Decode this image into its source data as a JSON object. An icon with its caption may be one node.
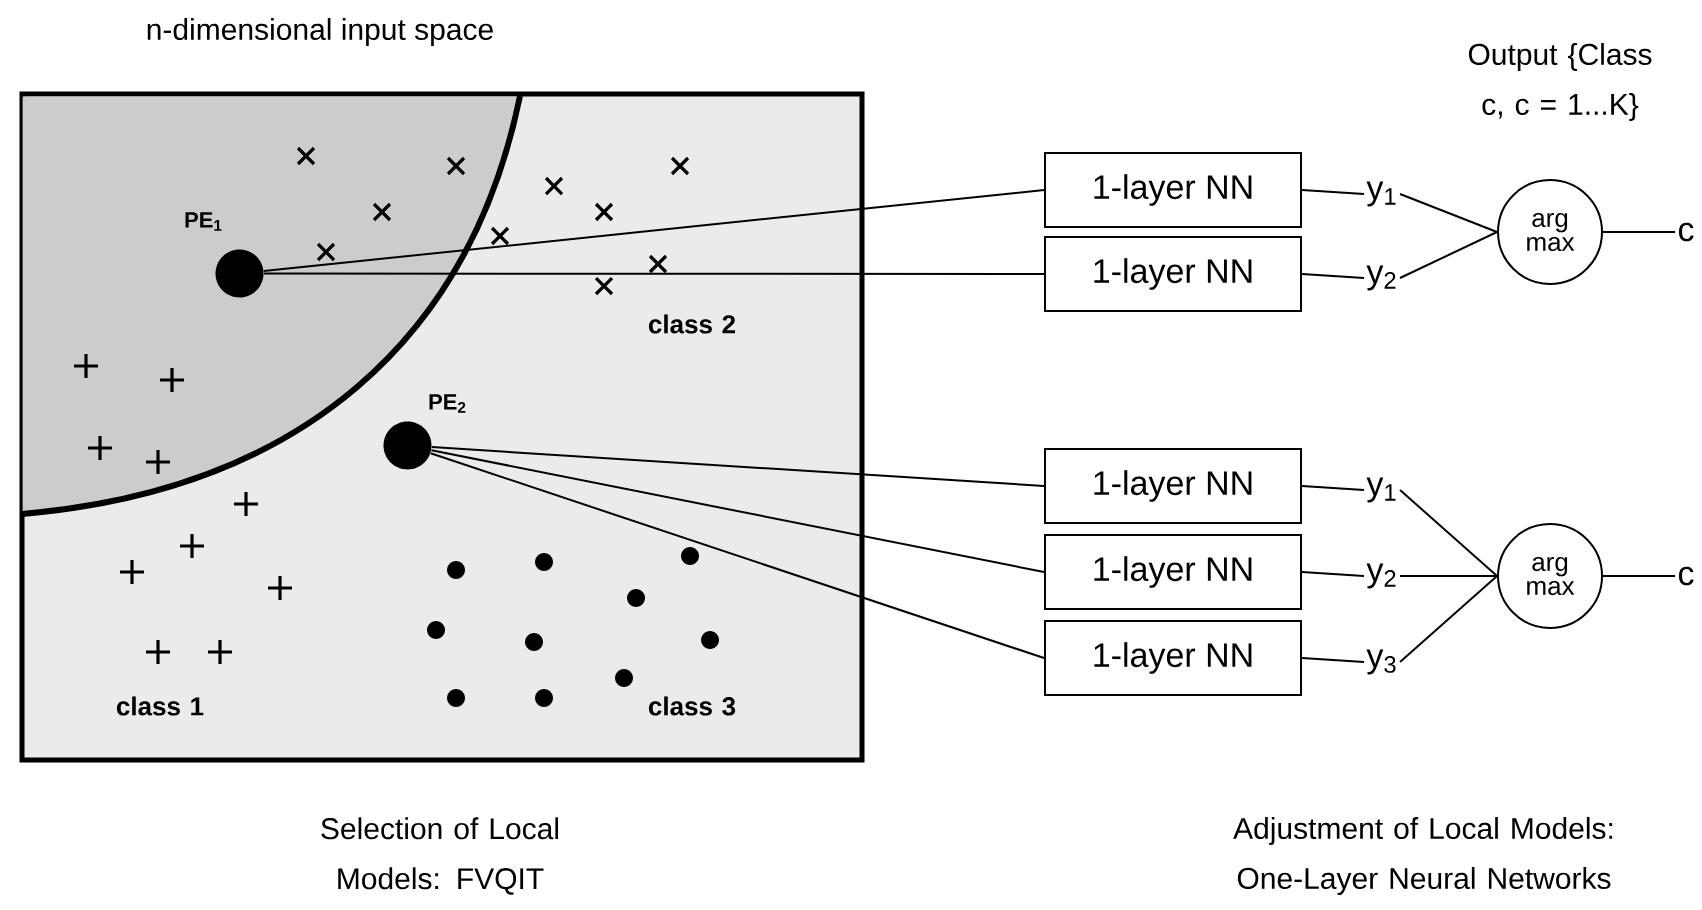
{
  "diagram": {
    "nodes": [
      {
        "text": [
          "n-dimensional input space"
        ]
      },
      {
        "text": [
          "PE$_{1}$"
        ],
        "in": 0
      },
      {
        "text": [
          "PE$_{2}$"
        ],
        "in": 0
      },
      {
        "text": [
          "1-layer NN"
        ]
      },
      {
        "text": [
          "1-layer NN"
        ]
      },
      {
        "text": [
          "y$_{1}$"
        ]
      },
      {
        "text": [
          "y$_{2}$"
        ]
      },
      {
        "text": [
          "arg max"
        ]
      },
      {
        "text": [
          "c"
        ]
      },
      {
        "text": [
          "1-layer NN"
        ]
      },
      {
        "text": [
          "1-layer NN"
        ]
      },
      {
        "text": [
          "1-layer NN"
        ]
      },
      {
        "text": [
          "y$_{1}$"
        ]
      },
      {
        "text": [
          "y$_{2}$"
        ]
      },
      {
        "text": [
          "y$_{3}$"
        ]
      },
      {
        "text": [
          "arg max"
        ]
      },
      {
        "text": [
          "c"
        ]
      }
    ],
    "edges": [
      {
        "from": 1,
        "to": 3,
        "arrow": "none"
      },
      {
        "from": 1,
        "to": 4,
        "arrow": "none"
      },
      {
        "from": 3,
        "to": 5,
        "arrow": "none"
      },
      {
        "from": 4,
        "to": 6,
        "arrow": "none"
      },
      {
        "from": 5,
        "to": 7,
        "arrow": "none"
      },
      {
        "from": 6,
        "to": 7,
        "arrow": "none"
      },
      {
        "from": 7,
        "to": 8,
        "arrow": "none"
      },
      {
        "from": 2,
        "to": 9,
        "arrow": "none"
      },
      {
        "from": 2,
        "to": 10,
        "arrow": "none"
      },
      {
        "from": 2,
        "to": 11,
        "arrow": "none"
      },
      {
        "from": 9,
        "to": 12,
        "arrow": "none"
      },
      {
        "from": 10,
        "to": 13,
        "arrow": "none"
      },
      {
        "from": 11,
        "to": 14,
        "arrow": "none"
      },
      {
        "from": 12,
        "to": 15,
        "arrow": "none"
      },
      {
        "from": 13,
        "to": 15,
        "arrow": "none"
      },
      {
        "from": 14,
        "to": 15,
        "arrow": "none"
      },
      {
        "from": 15,
        "to": 16,
        "arrow": "none"
      }
    ],
    "labels": [
      "Output {Class c, c = 1...K}",
      "class 2",
      "class 1",
      "class 3",
      "Selection of Local Models: FVQIT",
      "Adjustment of Local Models: One-Layer Neural Networks"
    ]
  }
}
